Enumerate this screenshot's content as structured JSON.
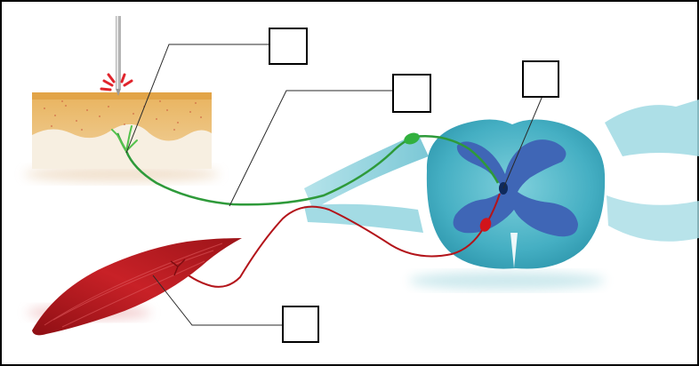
{
  "diagram": {
    "kind": "reflex-arc",
    "label_boxes": [
      {
        "id": "receptor-label",
        "text": ""
      },
      {
        "id": "sensory-neuron-label",
        "text": ""
      },
      {
        "id": "interneuron-label",
        "text": ""
      },
      {
        "id": "effector-label",
        "text": ""
      }
    ],
    "colors": {
      "skin_top": "#e3a94d",
      "skin_body": "#f2d6a7",
      "skin_lower": "#f6efe0",
      "sensory_neuron": "#2e9a3a",
      "sensory_body": "#31b03e",
      "motor_neuron": "#b3141a",
      "motor_body": "#d1141b",
      "interneuron": "#0f2a5c",
      "spinal_white_matter": "#4bb6c8",
      "spinal_gray_matter": "#3f66b6",
      "nerve_root": "#8fd2dd",
      "muscle": "#b51d22",
      "needle": "#a9a9a9",
      "pain_rays": "#e0242c"
    },
    "icons": [
      "needle-icon",
      "pain-rays-icon"
    ]
  }
}
